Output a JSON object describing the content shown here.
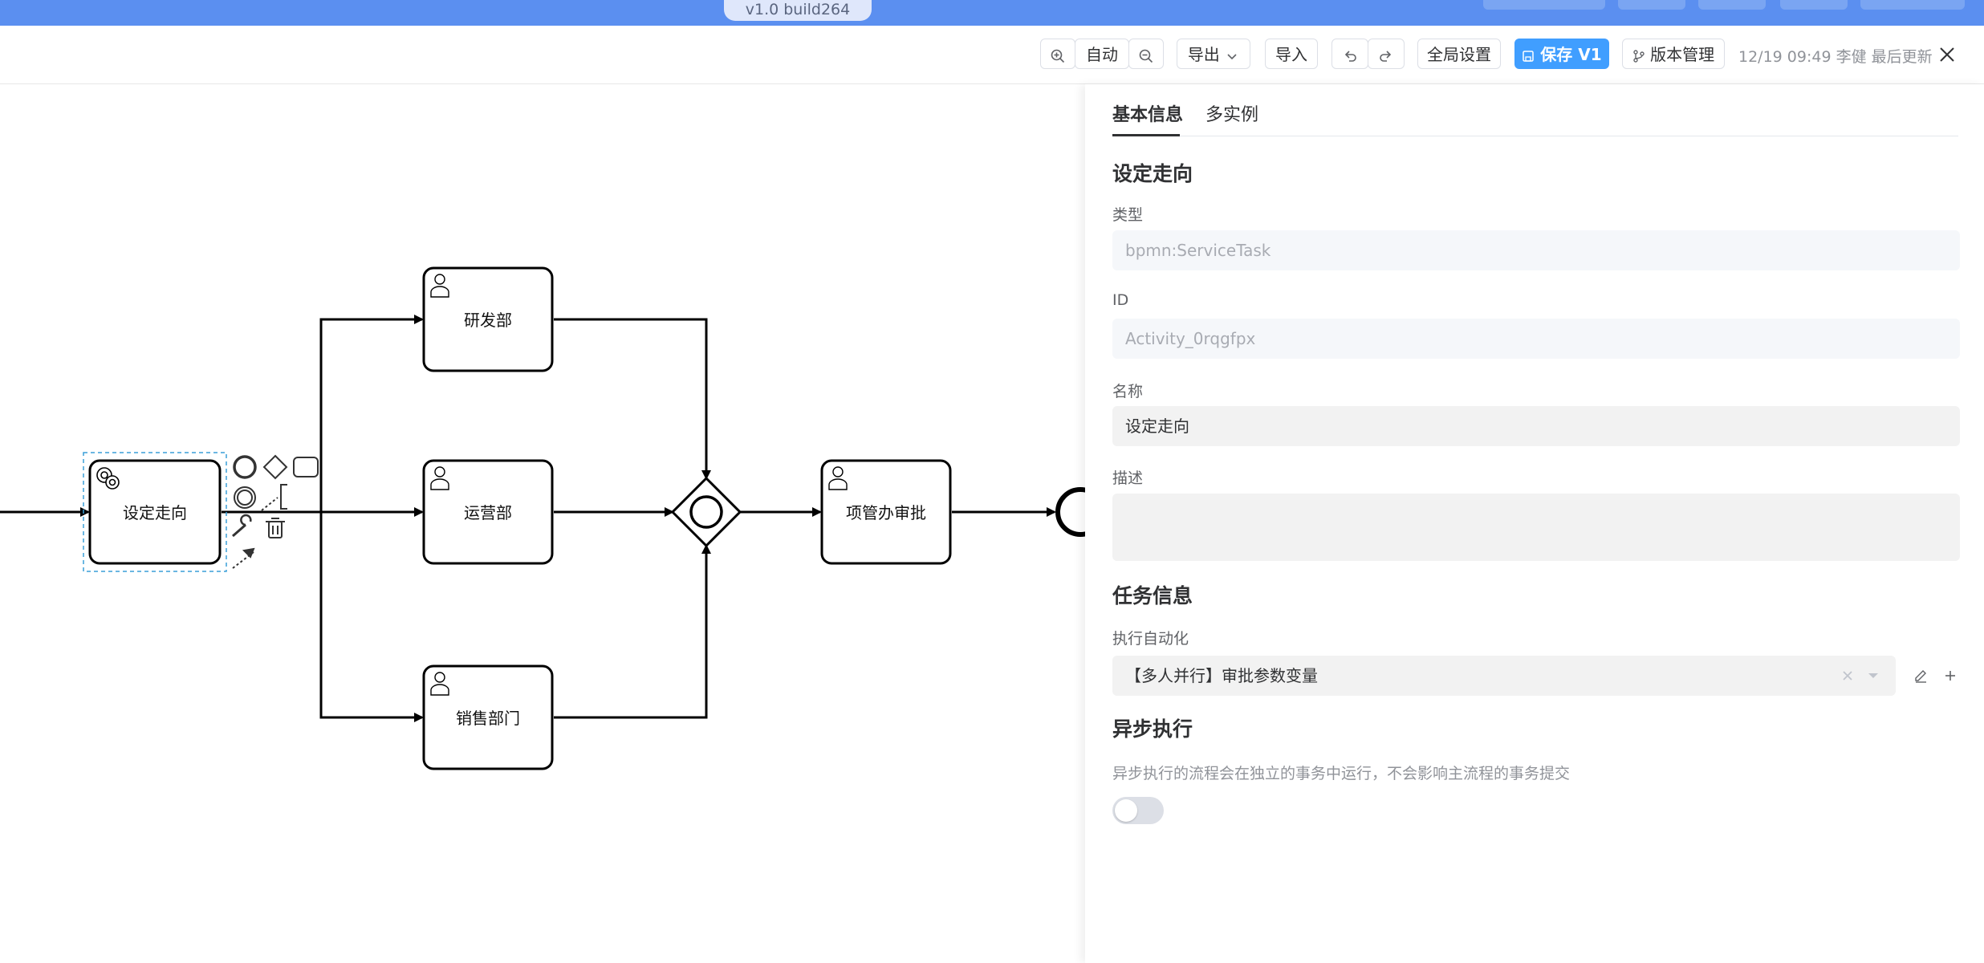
{
  "header": {
    "version": "v1.0 build264"
  },
  "toolbar": {
    "zoom_auto": "自动",
    "export": "导出",
    "import": "导入",
    "global_settings": "全局设置",
    "save": "保存 V1",
    "version_mgmt": "版本管理",
    "last_updated": "12/19 09:49 李健 最后更新"
  },
  "diagram": {
    "nodes": {
      "set_direction": "设定走向",
      "rd": "研发部",
      "ops": "运营部",
      "sales": "销售部门",
      "pmo_approval": "项管办审批"
    }
  },
  "panel": {
    "tabs": [
      "基本信息",
      "多实例"
    ],
    "element_title": "设定走向",
    "type_label": "类型",
    "type_value": "bpmn:ServiceTask",
    "id_label": "ID",
    "id_value": "Activity_0rqgfpx",
    "name_label": "名称",
    "name_value": "设定走向",
    "desc_label": "描述",
    "desc_value": "",
    "task_info_title": "任务信息",
    "automation_label": "执行自动化",
    "automation_value": "【多人并行】审批参数变量",
    "async_title": "异步执行",
    "async_desc": "异步执行的流程会在独立的事务中运行，不会影响主流程的事务提交",
    "async_enabled": false
  },
  "colors": {
    "topbar": "#5b8ff0",
    "primary": "#409eff",
    "selection": "#3a9fd8"
  }
}
